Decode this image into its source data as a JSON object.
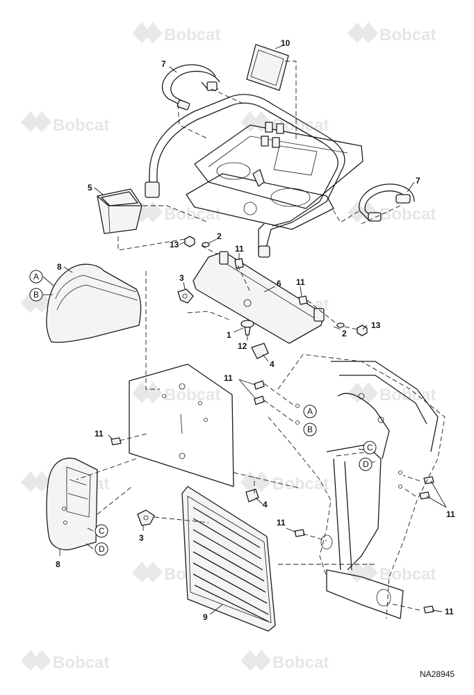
{
  "watermark": {
    "brand": "Bobcat"
  },
  "drawing_number": "NA28945",
  "callouts": {
    "c1": "1",
    "c2a": "2",
    "c2b": "2",
    "c3a": "3",
    "c3b": "3",
    "c4a": "4",
    "c4b": "4",
    "c5": "5",
    "c6": "6",
    "c7a": "7",
    "c7b": "7",
    "c8a": "8",
    "c8b": "8",
    "c9": "9",
    "c10": "10",
    "c11a": "11",
    "c11b": "11",
    "c11c": "11",
    "c11d": "11",
    "c11e": "11",
    "c11f": "11",
    "c11g": "11",
    "c12": "12",
    "c13a": "13",
    "c13b": "13"
  },
  "refs": {
    "A1": "A",
    "B1": "B",
    "A2": "A",
    "B2": "B",
    "C1": "C",
    "D1": "D",
    "C2": "C",
    "D2": "D"
  }
}
